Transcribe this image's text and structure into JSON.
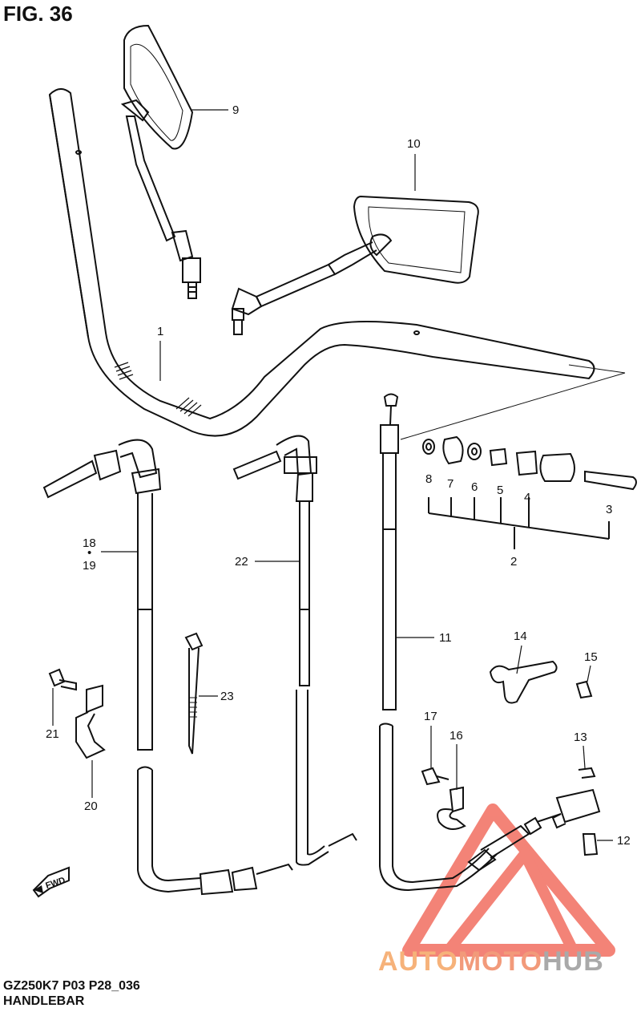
{
  "figure": {
    "title": "FIG. 36"
  },
  "callouts": {
    "p1": "1",
    "p2": "2",
    "p3": "3",
    "p4": "4",
    "p5": "5",
    "p6": "6",
    "p7": "7",
    "p8": "8",
    "p9": "9",
    "p10": "10",
    "p11": "11",
    "p12": "12",
    "p13": "13",
    "p14": "14",
    "p15": "15",
    "p16": "16",
    "p17": "17",
    "p18": "18",
    "p18_dot": "•",
    "p19": "19",
    "p20": "20",
    "p21": "21",
    "p22": "22",
    "p23": "23"
  },
  "fwd_label": "FWD",
  "footer": {
    "model_code": "GZ250K7 P03 P28_036",
    "subtitle": "HANDLEBAR"
  },
  "watermark": {
    "part1": "AUTO",
    "part2": "MOTO",
    "part3": "HUB",
    "colors": {
      "triangle": "#f05a4a",
      "text_light": "#f6b27a",
      "text_gray": "#a9a9a9"
    }
  }
}
